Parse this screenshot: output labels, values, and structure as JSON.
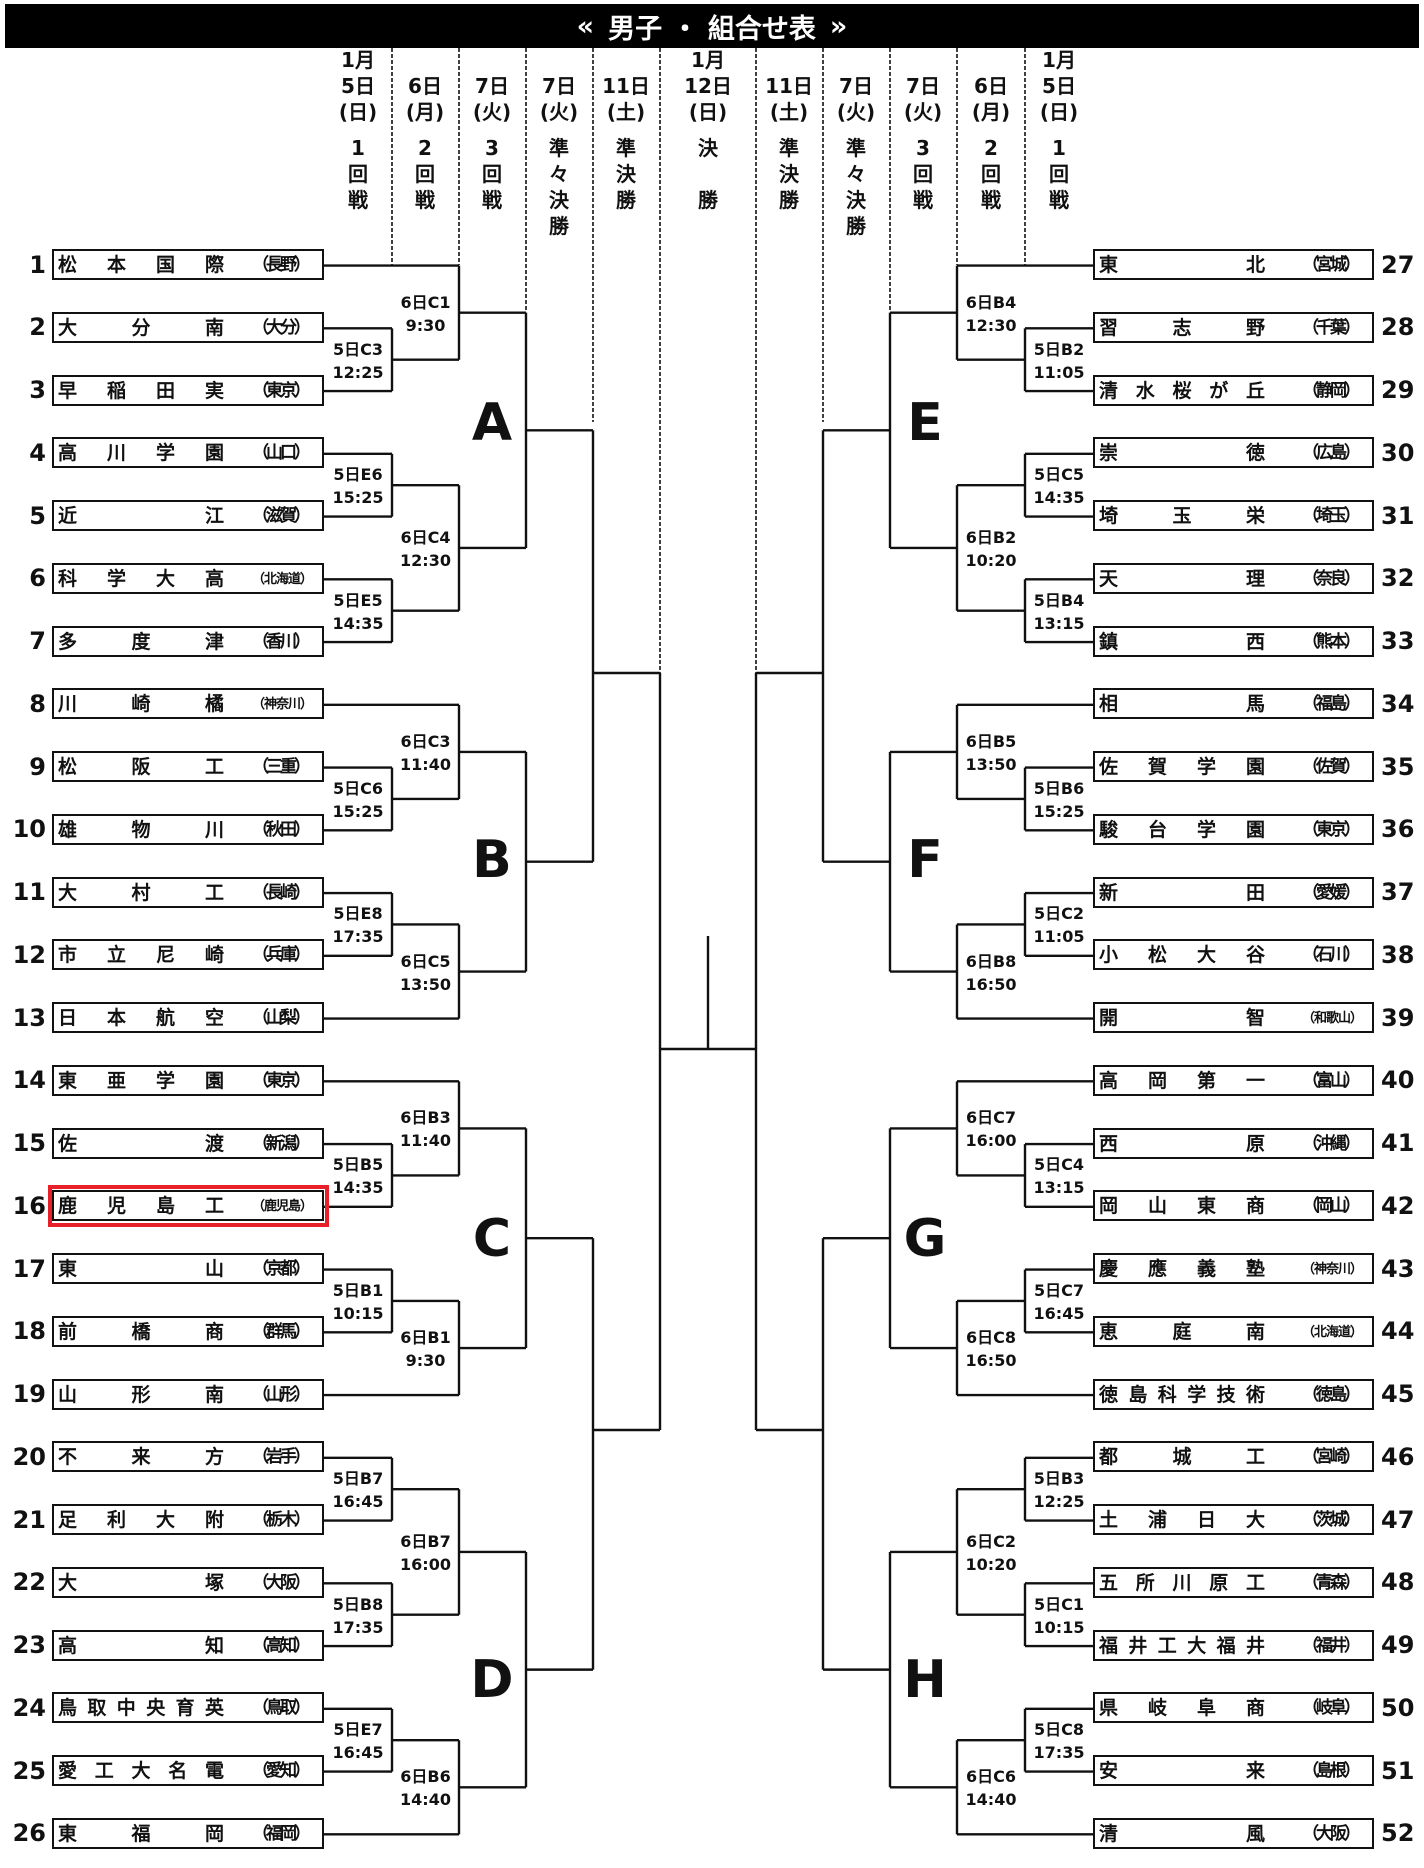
{
  "header": {
    "title_left": "«",
    "title": "男子 ・ 組合せ表",
    "title_right": "»"
  },
  "columns": [
    {
      "month": "1月",
      "date": "5日",
      "weekday": "(日)",
      "round": [
        "1",
        "回",
        "戦"
      ]
    },
    {
      "month": "",
      "date": "6日",
      "weekday": "(月)",
      "round": [
        "2",
        "回",
        "戦"
      ]
    },
    {
      "month": "",
      "date": "7日",
      "weekday": "(火)",
      "round": [
        "3",
        "回",
        "戦"
      ]
    },
    {
      "month": "",
      "date": "7日",
      "weekday": "(火)",
      "round": [
        "準",
        "々",
        "決",
        "勝"
      ]
    },
    {
      "month": "",
      "date": "11日",
      "weekday": "(土)",
      "round": [
        "準",
        "決",
        "勝"
      ]
    },
    {
      "month": "1月",
      "date": "12日",
      "weekday": "(日)",
      "round": [
        "決",
        "",
        "勝"
      ]
    },
    {
      "month": "",
      "date": "11日",
      "weekday": "(土)",
      "round": [
        "準",
        "決",
        "勝"
      ]
    },
    {
      "month": "",
      "date": "7日",
      "weekday": "(火)",
      "round": [
        "準",
        "々",
        "決",
        "勝"
      ]
    },
    {
      "month": "",
      "date": "7日",
      "weekday": "(火)",
      "round": [
        "3",
        "回",
        "戦"
      ]
    },
    {
      "month": "",
      "date": "6日",
      "weekday": "(月)",
      "round": [
        "2",
        "回",
        "戦"
      ]
    },
    {
      "month": "1月",
      "date": "5日",
      "weekday": "(日)",
      "round": [
        "1",
        "回",
        "戦"
      ]
    }
  ],
  "teams": [
    {
      "no": "1",
      "name": "松本国際",
      "pref": "（長野）"
    },
    {
      "no": "2",
      "name": "大分南",
      "pref": "（大分）"
    },
    {
      "no": "3",
      "name": "早稲田実",
      "pref": "（東京）"
    },
    {
      "no": "4",
      "name": "高川学園",
      "pref": "（山口）"
    },
    {
      "no": "5",
      "name": "近江",
      "pref": "（滋賀）"
    },
    {
      "no": "6",
      "name": "科学大高",
      "pref": "（北海道）"
    },
    {
      "no": "7",
      "name": "多度津",
      "pref": "（香川）"
    },
    {
      "no": "8",
      "name": "川崎橘",
      "pref": "（神奈川）"
    },
    {
      "no": "9",
      "name": "松阪工",
      "pref": "（三重）"
    },
    {
      "no": "10",
      "name": "雄物川",
      "pref": "（秋田）"
    },
    {
      "no": "11",
      "name": "大村工",
      "pref": "（長崎）"
    },
    {
      "no": "12",
      "name": "市立尼崎",
      "pref": "（兵庫）"
    },
    {
      "no": "13",
      "name": "日本航空",
      "pref": "（山梨）"
    },
    {
      "no": "14",
      "name": "東亜学園",
      "pref": "（東京）"
    },
    {
      "no": "15",
      "name": "佐渡",
      "pref": "（新潟）"
    },
    {
      "no": "16",
      "name": "鹿児島工",
      "pref": "（鹿児島）",
      "highlighted": true
    },
    {
      "no": "17",
      "name": "東山",
      "pref": "（京都）"
    },
    {
      "no": "18",
      "name": "前橋商",
      "pref": "（群馬）"
    },
    {
      "no": "19",
      "name": "山形南",
      "pref": "（山形）"
    },
    {
      "no": "20",
      "name": "不来方",
      "pref": "（岩手）"
    },
    {
      "no": "21",
      "name": "足利大附",
      "pref": "（栃木）"
    },
    {
      "no": "22",
      "name": "大塚",
      "pref": "（大阪）"
    },
    {
      "no": "23",
      "name": "高知",
      "pref": "（高知）"
    },
    {
      "no": "24",
      "name": "鳥取中央育英",
      "pref": "（鳥取）"
    },
    {
      "no": "25",
      "name": "愛工大名電",
      "pref": "（愛知）"
    },
    {
      "no": "26",
      "name": "東福岡",
      "pref": "（福岡）"
    },
    {
      "no": "27",
      "name": "東北",
      "pref": "（宮城）"
    },
    {
      "no": "28",
      "name": "習志野",
      "pref": "（千葉）"
    },
    {
      "no": "29",
      "name": "清水桜が丘",
      "pref": "（静岡）"
    },
    {
      "no": "30",
      "name": "崇徳",
      "pref": "（広島）"
    },
    {
      "no": "31",
      "name": "埼玉栄",
      "pref": "（埼玉）"
    },
    {
      "no": "32",
      "name": "天理",
      "pref": "（奈良）"
    },
    {
      "no": "33",
      "name": "鎮西",
      "pref": "（熊本）"
    },
    {
      "no": "34",
      "name": "相馬",
      "pref": "（福島）"
    },
    {
      "no": "35",
      "name": "佐賀学園",
      "pref": "（佐賀）"
    },
    {
      "no": "36",
      "name": "駿台学園",
      "pref": "（東京）"
    },
    {
      "no": "37",
      "name": "新田",
      "pref": "（愛媛）"
    },
    {
      "no": "38",
      "name": "小松大谷",
      "pref": "（石川）"
    },
    {
      "no": "39",
      "name": "開智",
      "pref": "（和歌山）"
    },
    {
      "no": "40",
      "name": "高岡第一",
      "pref": "（富山）"
    },
    {
      "no": "41",
      "name": "西原",
      "pref": "（沖縄）"
    },
    {
      "no": "42",
      "name": "岡山東商",
      "pref": "（岡山）"
    },
    {
      "no": "43",
      "name": "慶應義塾",
      "pref": "（神奈川）"
    },
    {
      "no": "44",
      "name": "恵庭南",
      "pref": "（北海道）"
    },
    {
      "no": "45",
      "name": "徳島科学技術",
      "pref": "（徳島）"
    },
    {
      "no": "46",
      "name": "都城工",
      "pref": "（宮崎）"
    },
    {
      "no": "47",
      "name": "土浦日大",
      "pref": "（茨城）"
    },
    {
      "no": "48",
      "name": "五所川原工",
      "pref": "（青森）"
    },
    {
      "no": "49",
      "name": "福井工大福井",
      "pref": "（福井）"
    },
    {
      "no": "50",
      "name": "県岐阜商",
      "pref": "（岐阜）"
    },
    {
      "no": "51",
      "name": "安来",
      "pref": "（島根）"
    },
    {
      "no": "52",
      "name": "清風",
      "pref": "（大阪）"
    }
  ],
  "blocks": [
    {
      "letter": "A",
      "matches": [
        {
          "code": "6日C1",
          "time": "9:30"
        },
        {
          "code": "5日C3",
          "time": "12:25"
        },
        {
          "code": "5日E6",
          "time": "15:25"
        },
        {
          "code": "6日C4",
          "time": "12:30"
        },
        {
          "code": "5日E5",
          "time": "14:35"
        }
      ]
    },
    {
      "letter": "B",
      "matches": [
        {
          "code": "6日C3",
          "time": "11:40"
        },
        {
          "code": "5日C6",
          "time": "15:25"
        },
        {
          "code": "5日E8",
          "time": "17:35"
        },
        {
          "code": "6日C5",
          "time": "13:50"
        }
      ]
    },
    {
      "letter": "C",
      "matches": [
        {
          "code": "6日B3",
          "time": "11:40"
        },
        {
          "code": "5日B5",
          "time": "14:35"
        },
        {
          "code": "5日B1",
          "time": "10:15"
        },
        {
          "code": "6日B1",
          "time": "9:30"
        }
      ]
    },
    {
      "letter": "D",
      "matches": [
        {
          "code": "5日B7",
          "time": "16:45"
        },
        {
          "code": "6日B7",
          "time": "16:00"
        },
        {
          "code": "5日B8",
          "time": "17:35"
        },
        {
          "code": "5日E7",
          "time": "16:45"
        },
        {
          "code": "6日B6",
          "time": "14:40"
        }
      ]
    },
    {
      "letter": "E",
      "matches": [
        {
          "code": "6日B4",
          "time": "12:30"
        },
        {
          "code": "5日B2",
          "time": "11:05"
        },
        {
          "code": "5日C5",
          "time": "14:35"
        },
        {
          "code": "6日B2",
          "time": "10:20"
        },
        {
          "code": "5日B4",
          "time": "13:15"
        }
      ]
    },
    {
      "letter": "F",
      "matches": [
        {
          "code": "6日B5",
          "time": "13:50"
        },
        {
          "code": "5日B6",
          "time": "15:25"
        },
        {
          "code": "5日C2",
          "time": "11:05"
        },
        {
          "code": "6日B8",
          "time": "16:50"
        }
      ]
    },
    {
      "letter": "G",
      "matches": [
        {
          "code": "6日C7",
          "time": "16:00"
        },
        {
          "code": "5日C4",
          "time": "13:15"
        },
        {
          "code": "5日C7",
          "time": "16:45"
        },
        {
          "code": "6日C8",
          "time": "16:50"
        }
      ]
    },
    {
      "letter": "H",
      "matches": [
        {
          "code": "5日B3",
          "time": "12:25"
        },
        {
          "code": "6日C2",
          "time": "10:20"
        },
        {
          "code": "5日C1",
          "time": "10:15"
        },
        {
          "code": "5日C8",
          "time": "17:35"
        },
        {
          "code": "6日C6",
          "time": "14:40"
        }
      ]
    }
  ]
}
